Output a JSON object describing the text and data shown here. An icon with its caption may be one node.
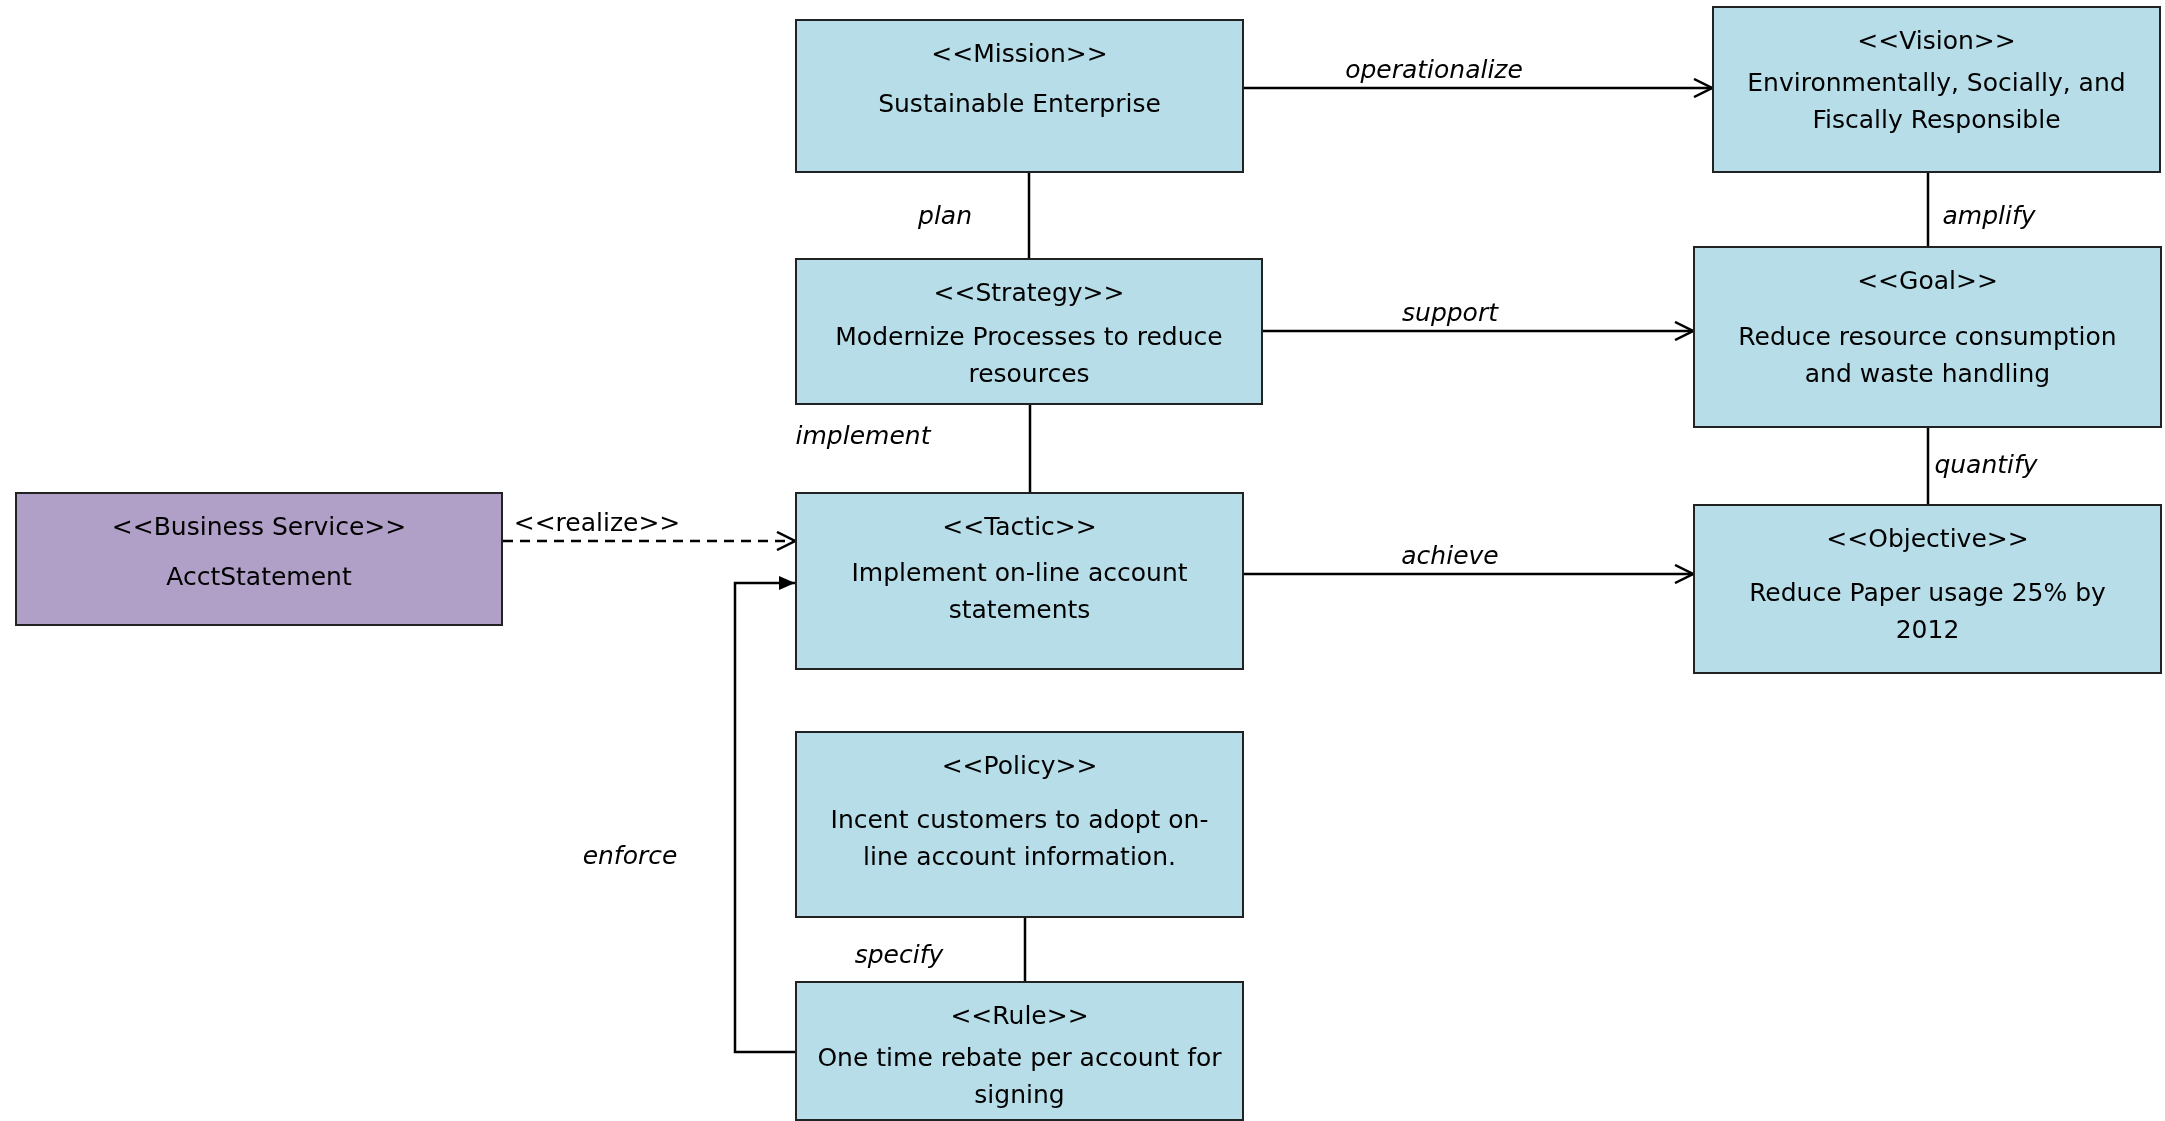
{
  "diagram": {
    "nodes": [
      {
        "text": [
          "<<Mission>>",
          "Sustainable Enterprise"
        ]
      },
      {
        "text": [
          "<<Vision>>",
          "Environmentally, Socially, and Fiscally Responsible"
        ]
      },
      {
        "text": [
          "<<Strategy>>",
          "Modernize Processes to reduce resources"
        ]
      },
      {
        "text": [
          "<<Goal>>",
          "Reduce resource consumption and waste handling"
        ]
      },
      {
        "text": [
          "<<Business Service>>",
          "AcctStatement"
        ]
      },
      {
        "text": [
          "<<Tactic>>",
          "Implement on-line account statements"
        ]
      },
      {
        "text": [
          "<<Objective>>",
          "Reduce Paper usage 25% by 2012"
        ]
      },
      {
        "text": [
          "<<Policy>>",
          "Incent customers to adopt on-line account information."
        ]
      },
      {
        "text": [
          "<<Rule>>",
          "One time rebate per account for signing"
        ]
      }
    ],
    "edges": [
      {
        "from": 0,
        "to": 1,
        "arrow": "to",
        "label": "operationalize"
      },
      {
        "from": 0,
        "to": 2,
        "arrow": "none",
        "label": "plan"
      },
      {
        "from": 1,
        "to": 3,
        "arrow": "none",
        "label": "amplify"
      },
      {
        "from": 2,
        "to": 3,
        "arrow": "to",
        "label": "support"
      },
      {
        "from": 2,
        "to": 5,
        "arrow": "none",
        "label": "implement"
      },
      {
        "from": 3,
        "to": 6,
        "arrow": "none",
        "label": "quantify"
      },
      {
        "from": 4,
        "to": 5,
        "arrow": "to",
        "label": "<<realize>>",
        "style": "dashed"
      },
      {
        "from": 5,
        "to": 6,
        "arrow": "to",
        "label": "achieve"
      },
      {
        "from": 7,
        "to": 8,
        "arrow": "none",
        "label": "specify"
      },
      {
        "from": 8,
        "to": 5,
        "arrow": "to",
        "label": "enforce"
      }
    ]
  }
}
